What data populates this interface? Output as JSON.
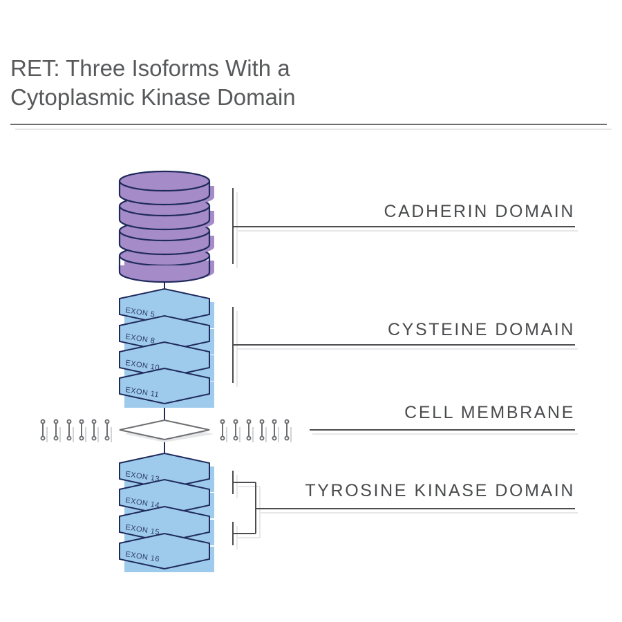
{
  "title": {
    "line1": "RET: Three Isoforms With a",
    "line2": "Cytoplasmic Kinase Domain"
  },
  "labels": {
    "cadherin": "CADHERIN DOMAIN",
    "cysteine": "CYSTEINE DOMAIN",
    "membrane": "CELL MEMBRANE",
    "tyrosine": "TYROSINE KINASE DOMAIN"
  },
  "exons": {
    "e5": "EXON 5",
    "e8": "EXON 8",
    "e10": "EXON 10",
    "e11": "EXON 11",
    "e13": "EXON 13",
    "e14": "EXON 14",
    "e15": "EXON 15",
    "e16": "EXON 16"
  },
  "colors": {
    "cadherin_fill": "#a58bc8",
    "exon_fill": "#9ecbec",
    "outline": "#1f2a5c",
    "line": "#4d4d4f",
    "membrane_fill": "#e6e7e8"
  }
}
